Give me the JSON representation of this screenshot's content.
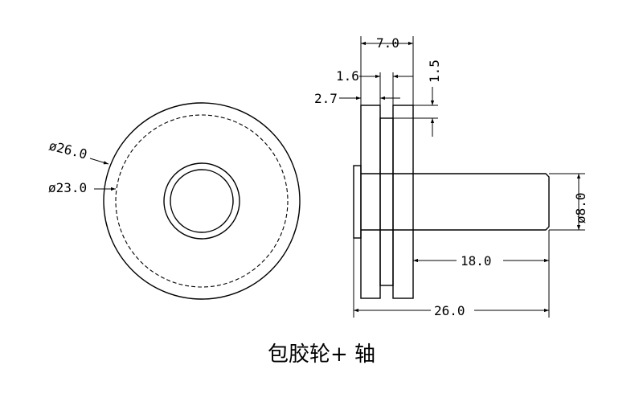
{
  "dimensions": {
    "outer_diameter": "ø26.0",
    "inner_diameter": "ø23.0",
    "width_total": "7.0",
    "flange_thickness": "1.6",
    "gap": "2.7",
    "groove_depth": "1.5",
    "shaft_diameter": "ø8.0",
    "shaft_length": "18.0",
    "total_length": "26.0"
  },
  "caption": "包胶轮+ 轴"
}
